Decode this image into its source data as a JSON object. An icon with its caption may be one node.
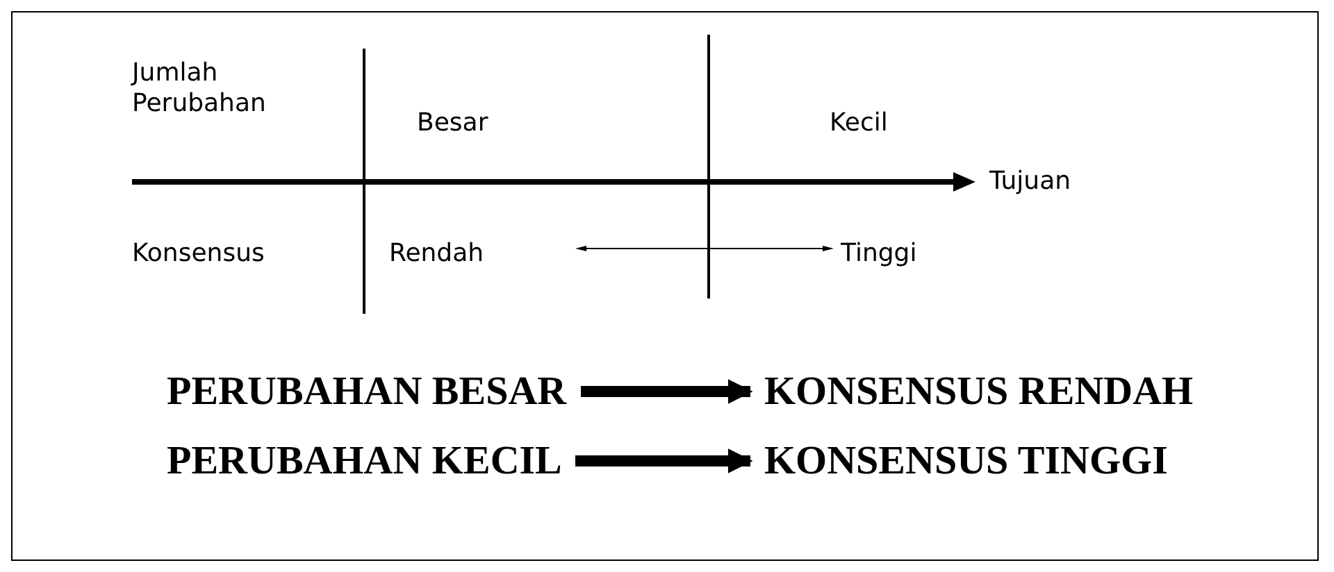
{
  "diagram": {
    "nodes": [
      {
        "text": [
          "PERUBAHAN BESAR"
        ]
      },
      {
        "text": [
          "KONSENSUS RENDAH"
        ]
      },
      {
        "text": [
          "PERUBAHAN KECIL"
        ]
      },
      {
        "text": [
          "KONSENSUS TINGGI"
        ]
      }
    ],
    "edges": [
      {
        "from": 0,
        "to": 1,
        "arrow": "to"
      },
      {
        "from": 2,
        "to": 3,
        "arrow": "to"
      }
    ],
    "labels": [
      "Jumlah Perubahan",
      "Besar",
      "Kecil",
      "Tujuan",
      "Konsensus",
      "Rendah",
      "Tinggi"
    ]
  }
}
